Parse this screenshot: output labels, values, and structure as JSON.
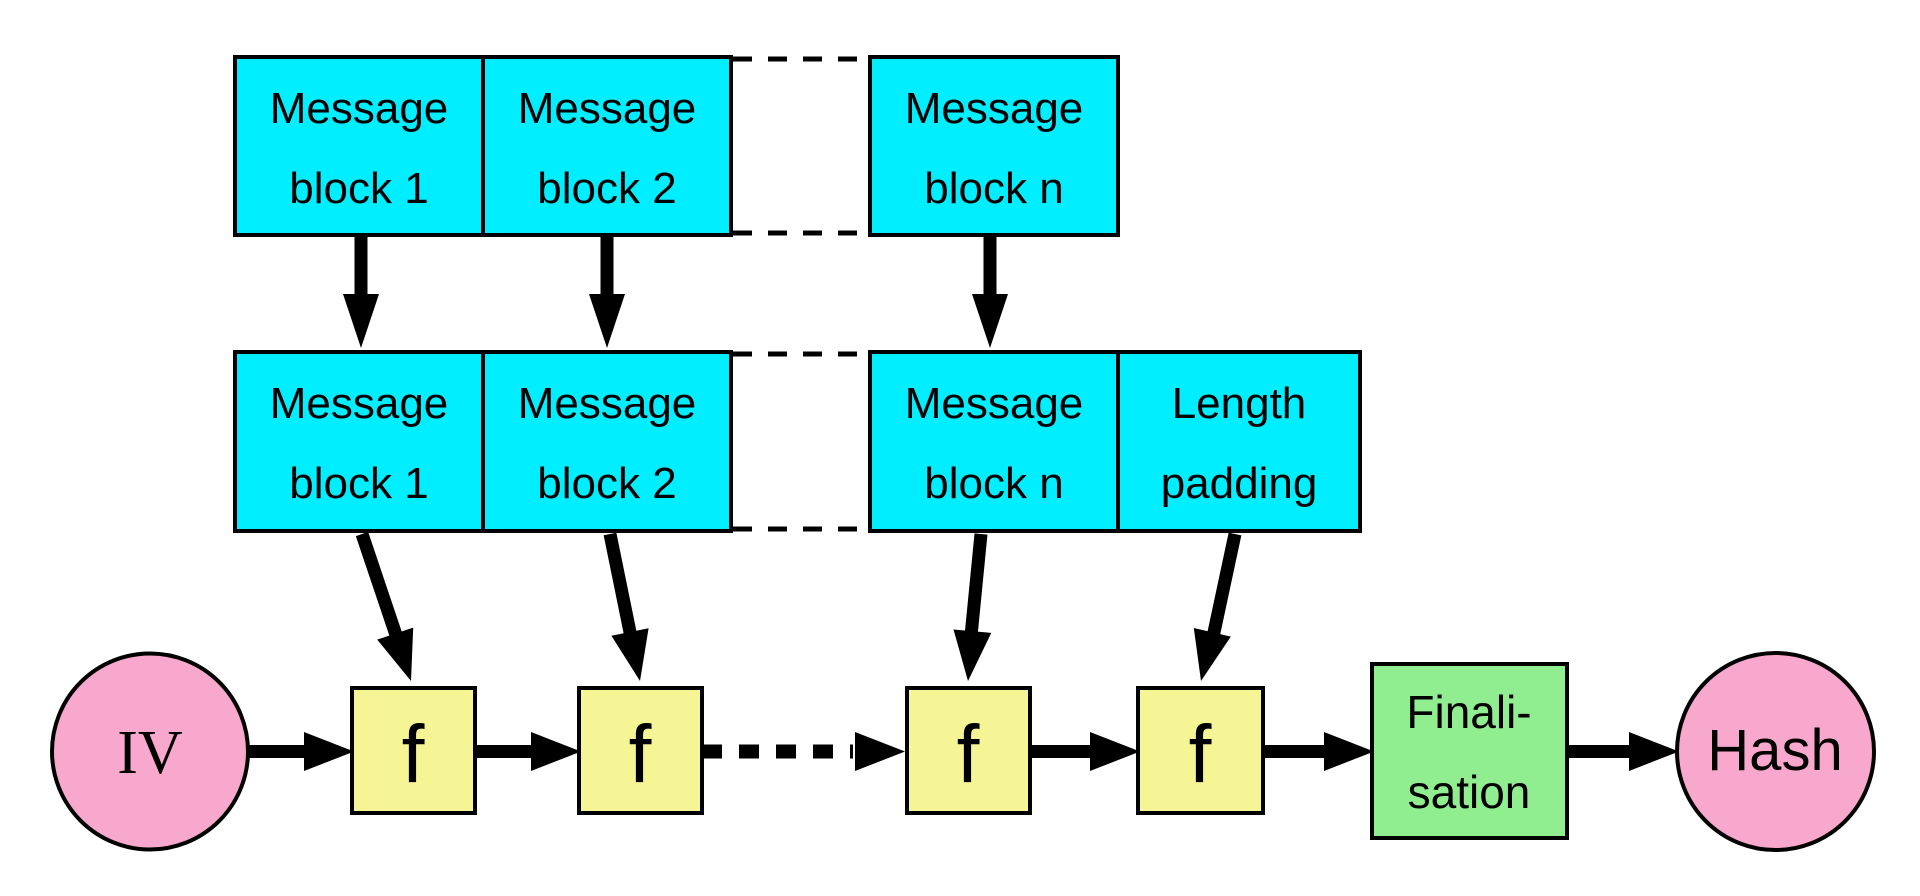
{
  "colors": {
    "cyan": "#00EEFF",
    "yellow": "#F5F595",
    "green": "#90EE90",
    "pink": "#F8A8CC",
    "stroke": "#000000",
    "background": "#FFFFFF"
  },
  "top_row": {
    "blocks": [
      {
        "line1": "Message",
        "line2": "block 1"
      },
      {
        "line1": "Message",
        "line2": "block 2"
      },
      {
        "line1": "Message",
        "line2": "block n"
      }
    ]
  },
  "middle_row": {
    "blocks": [
      {
        "line1": "Message",
        "line2": "block 1"
      },
      {
        "line1": "Message",
        "line2": "block 2"
      },
      {
        "line1": "Message",
        "line2": "block n"
      },
      {
        "line1": "Length",
        "line2": "padding"
      }
    ]
  },
  "pipeline": {
    "iv_label": "IV",
    "f_labels": [
      "f",
      "f",
      "f",
      "f"
    ],
    "finalisation": {
      "line1": "Finali-",
      "line2": "sation"
    },
    "hash_label": "Hash"
  }
}
